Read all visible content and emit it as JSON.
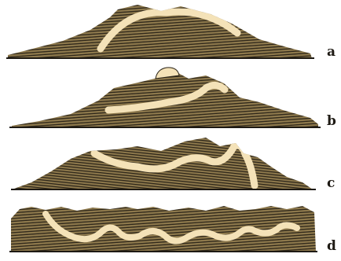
{
  "figure": {
    "panels": [
      {
        "label": "a"
      },
      {
        "label": "b"
      },
      {
        "label": "c"
      },
      {
        "label": "d"
      }
    ],
    "colors": {
      "rock": "#8f7a4d",
      "stripe": "#2b2418",
      "key_layer": "#f4e2b8",
      "background": "#ffffff"
    }
  }
}
